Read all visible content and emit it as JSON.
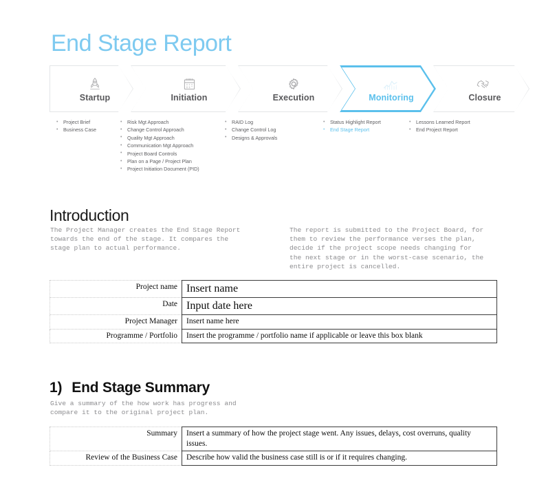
{
  "document": {
    "title": "End Stage Report",
    "accent_color": "#5bc0ec",
    "muted_color": "#8d8d90"
  },
  "flow": {
    "stages": [
      {
        "label": "Startup",
        "icon": "rocket-icon",
        "active": false,
        "items": [
          "Project Brief",
          "Business Case"
        ],
        "highlight_item": null
      },
      {
        "label": "Initiation",
        "icon": "calendar-icon",
        "active": false,
        "items": [
          "Risk Mgt Approach",
          "Change Control Approach",
          "Quality Mgt Approach",
          "Communication Mgt Approach",
          "Project Board Controls",
          "Plan on a Page / Project Plan",
          "Project Initiation Document (PID)"
        ],
        "highlight_item": null
      },
      {
        "label": "Execution",
        "icon": "gear-icon",
        "active": false,
        "items": [
          "RAID Log",
          "Change Control Log",
          "Designs & Approvals"
        ],
        "highlight_item": null
      },
      {
        "label": "Monitoring",
        "icon": "line-chart-icon",
        "active": true,
        "items": [
          "Status Highlight Report",
          "End Stage Report"
        ],
        "highlight_item": "End Stage Report"
      },
      {
        "label": "Closure",
        "icon": "handshake-icon",
        "active": false,
        "items": [
          "Lessons Learned Report",
          "End Project Report"
        ],
        "highlight_item": null
      }
    ]
  },
  "introduction": {
    "heading": "Introduction",
    "left_paragraph": "The Project Manager creates the End Stage Report\ntowards the end of the stage. It compares the\nstage plan to actual performance.",
    "right_paragraph": "The report is submitted to the Project Board, for\nthem to review the performance verses the plan,\ndecide if the project scope needs changing for\nthe next stage or in the worst-case scenario, the\nentire project is cancelled."
  },
  "project_table": {
    "rows": [
      {
        "label": "Project name",
        "value": "Insert name",
        "size": "large"
      },
      {
        "label": "Date",
        "value": "Input date here",
        "size": "large"
      },
      {
        "label": "Project Manager",
        "value": "Insert name here",
        "size": "small"
      },
      {
        "label": "Programme / Portfolio",
        "value": "Insert the programme / portfolio name if applicable or leave this box blank",
        "size": "small"
      }
    ]
  },
  "section_one": {
    "number": "1)",
    "heading": "End Stage Summary",
    "description": "Give a summary of the how work has progress and\ncompare it to the original project plan.",
    "rows": [
      {
        "label": "Summary",
        "value": "Insert a summary of how the project stage went. Any issues, delays, cost overruns, quality issues."
      },
      {
        "label": "Review of the Business Case",
        "value": "Describe how valid the business case still is or if it requires changing."
      }
    ]
  }
}
